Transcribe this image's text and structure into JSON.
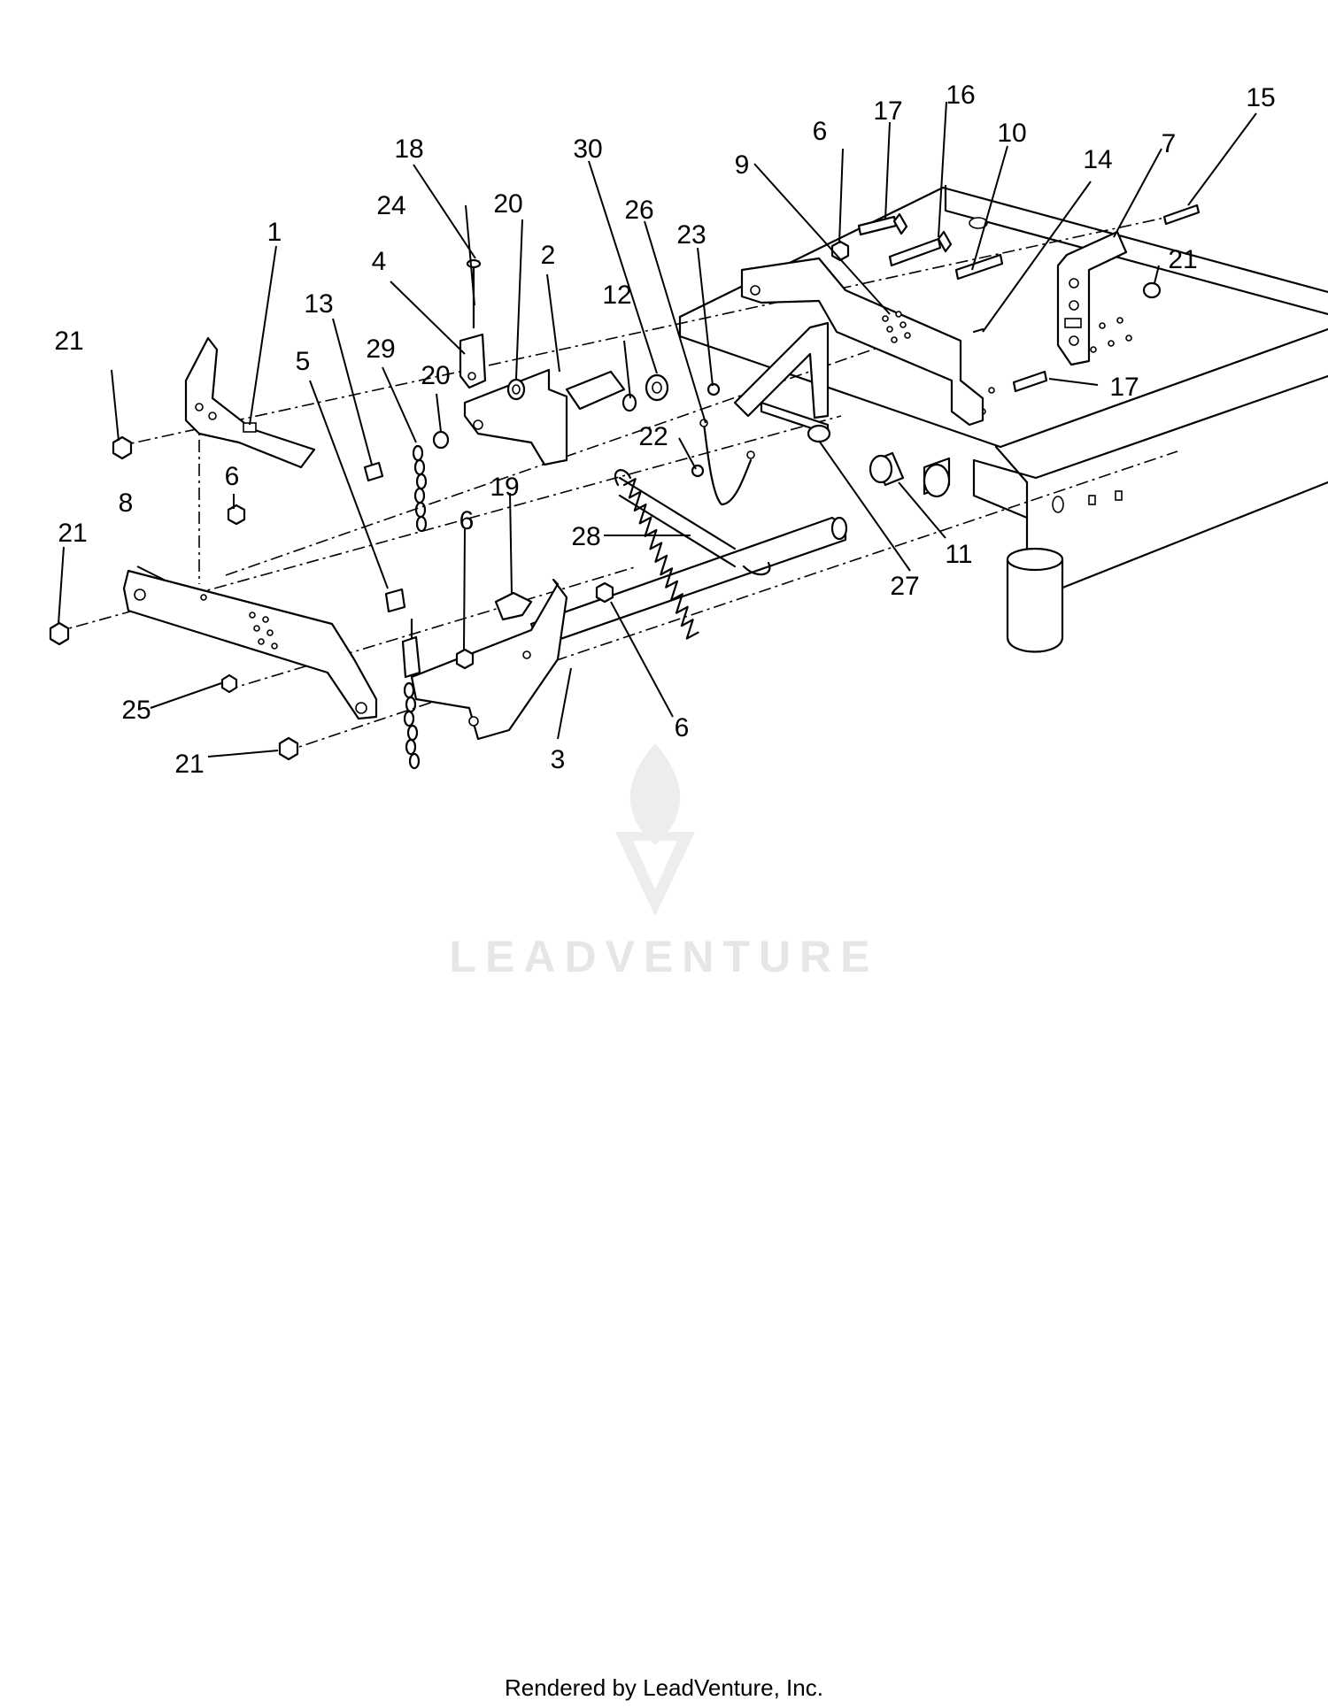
{
  "watermark": {
    "brand": "LEADVENTURE"
  },
  "footer": {
    "text": "Rendered by LeadVenture, Inc."
  },
  "callouts": {
    "c1": "1",
    "c2": "2",
    "c3": "3",
    "c4": "4",
    "c5": "5",
    "c6a": "6",
    "c6b": "6",
    "c6c": "6",
    "c6d": "6",
    "c7": "7",
    "c8": "8",
    "c9": "9",
    "c10": "10",
    "c11": "11",
    "c12": "12",
    "c13": "13",
    "c14": "14",
    "c15": "15",
    "c16": "16",
    "c17a": "17",
    "c17b": "17",
    "c18": "18",
    "c19": "19",
    "c20a": "20",
    "c20b": "20",
    "c21a": "21",
    "c21b": "21",
    "c21c": "21",
    "c21d": "21",
    "c22": "22",
    "c23": "23",
    "c24": "24",
    "c25": "25",
    "c26": "26",
    "c27": "27",
    "c28": "28",
    "c29": "29",
    "c30": "30"
  }
}
